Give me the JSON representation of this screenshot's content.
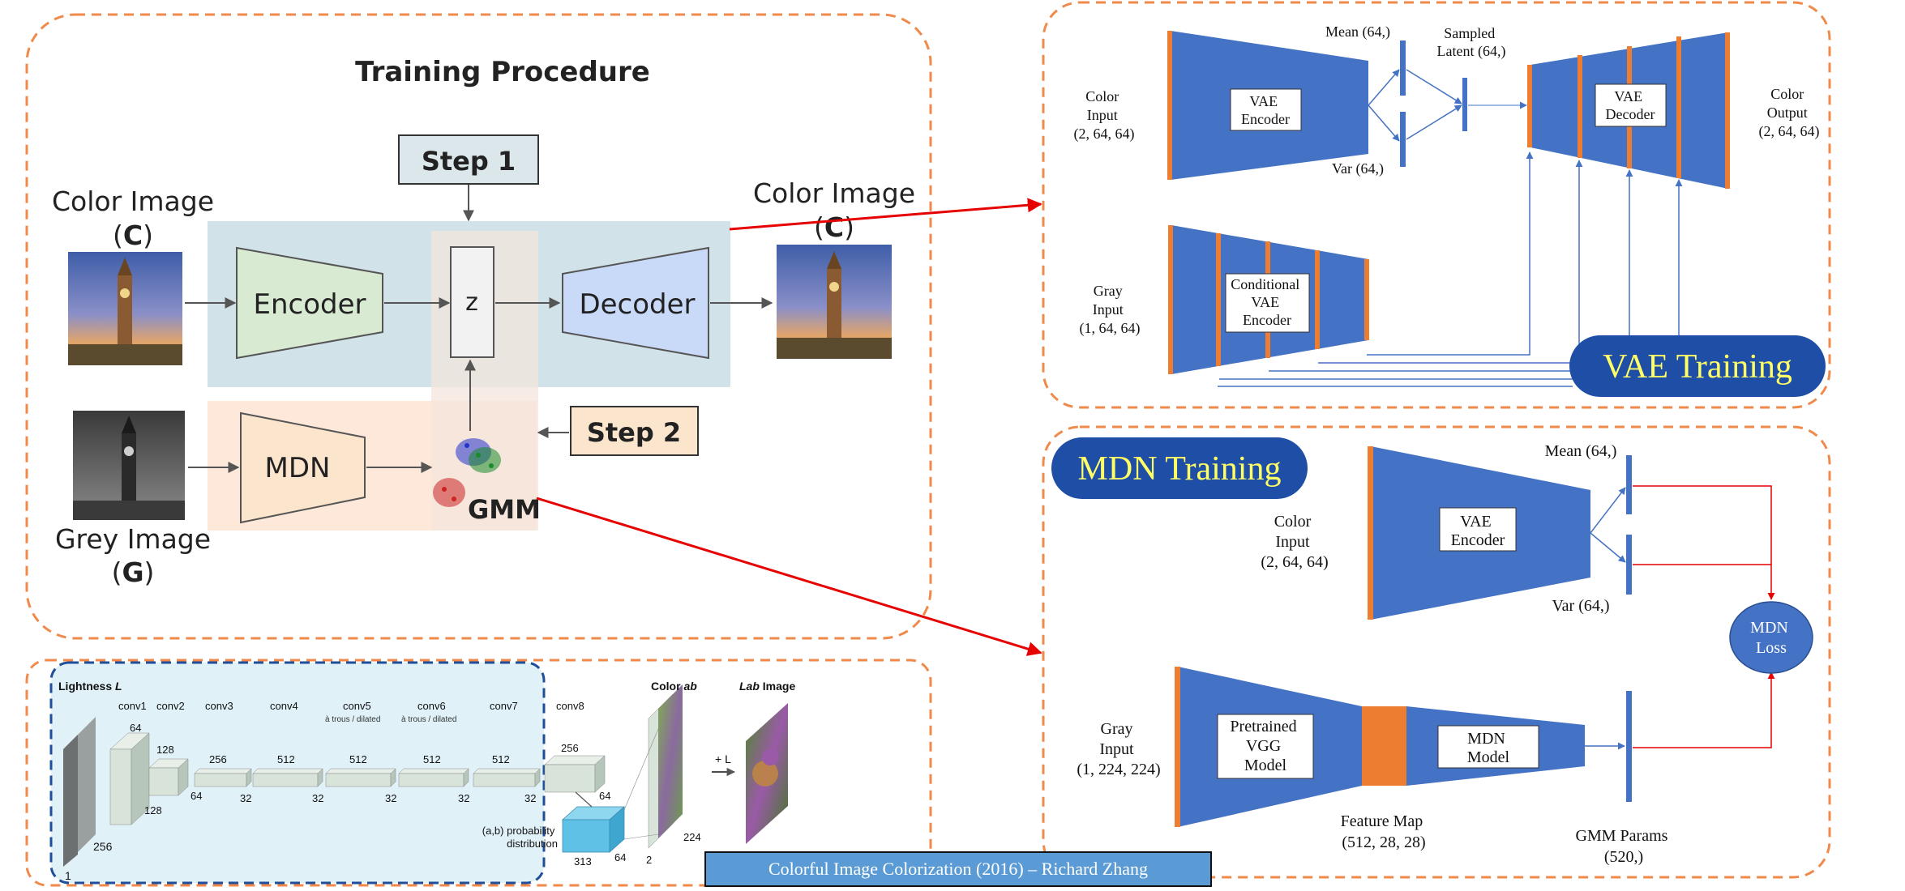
{
  "training_procedure": {
    "title": "Training Procedure",
    "step1": "Step 1",
    "step2": "Step 2",
    "color_image_in": "Color Image",
    "color_image_out": "Color Image",
    "c_open": "(",
    "c_letter": "C",
    "c_close": ")",
    "grey_image": "Grey Image",
    "g_open": "(",
    "g_letter": "G",
    "g_close": ")",
    "encoder": "Encoder",
    "decoder": "Decoder",
    "z": "z",
    "mdn": "MDN",
    "gmm": "GMM"
  },
  "vae_training": {
    "badge": "VAE Training",
    "color_input": [
      "Color",
      "Input",
      "(2, 64, 64)"
    ],
    "vae_encoder": [
      "VAE",
      "Encoder"
    ],
    "mean": "Mean (64,)",
    "var": "Var (64,)",
    "sampled_latent": [
      "Sampled",
      "Latent (64,)"
    ],
    "vae_decoder": [
      "VAE",
      "Decoder"
    ],
    "color_output": [
      "Color",
      "Output",
      "(2, 64, 64)"
    ],
    "gray_input": [
      "Gray",
      "Input",
      "(1, 64, 64)"
    ],
    "cond_encoder": [
      "Conditional",
      "VAE",
      "Encoder"
    ]
  },
  "mdn_training": {
    "badge": "MDN Training",
    "color_input": [
      "Color",
      "Input",
      "(2, 64, 64)"
    ],
    "vae_encoder": [
      "VAE",
      "Encoder"
    ],
    "mean": "Mean (64,)",
    "var": "Var (64,)",
    "mdn_loss": [
      "MDN",
      "Loss"
    ],
    "gray_input": [
      "Gray",
      "Input",
      "(1, 224, 224)"
    ],
    "vgg": [
      "Pretrained",
      "VGG",
      "Model"
    ],
    "mdn_model": [
      "MDN",
      "Model"
    ],
    "feature_map": [
      "Feature Map",
      "(512, 28, 28)"
    ],
    "gmm_params": [
      "GMM Params",
      "(520,)"
    ]
  },
  "zhang": {
    "lightness": "Lightness",
    "lightness_var": "L",
    "layers": [
      "conv1",
      "conv2",
      "conv3",
      "conv4",
      "conv5",
      "conv6",
      "conv7",
      "conv8"
    ],
    "sublabel_5": "à trous / dilated",
    "sublabel_6": "à trous / dilated",
    "channels_top": [
      "64",
      "128",
      "256",
      "512",
      "512",
      "512",
      "512",
      "256"
    ],
    "spatial_bottom": [
      "128",
      "64",
      "32",
      "32",
      "32",
      "32",
      "32",
      "64"
    ],
    "input_size": "256",
    "input_depth": "1",
    "prob_label": [
      "(a,b) probability",
      "distribution"
    ],
    "prob_dims": [
      "313",
      "64"
    ],
    "color_ab": "Color",
    "color_ab_var": "ab",
    "color_dims": [
      "224",
      "2"
    ],
    "plus_l": "+ L",
    "lab_image": "Lab",
    "lab_image_suffix": "Image",
    "caption": "Colorful Image Colorization (2016) – Richard Zhang"
  },
  "colors": {
    "dashed_orange": "#f08a4b",
    "vae_blue": "#4472c4",
    "bar_orange": "#ed7d31",
    "badge_blue": "#1f4ea6",
    "badge_text": "#ffff66",
    "arrow_red": "#e60000",
    "light_blue_bg": "#c9dde4",
    "light_peach_bg": "#fde8da",
    "encoder_green": "#d9ead3",
    "decoder_blue": "#c9daf8",
    "mdn_peach": "#fce5cd"
  }
}
